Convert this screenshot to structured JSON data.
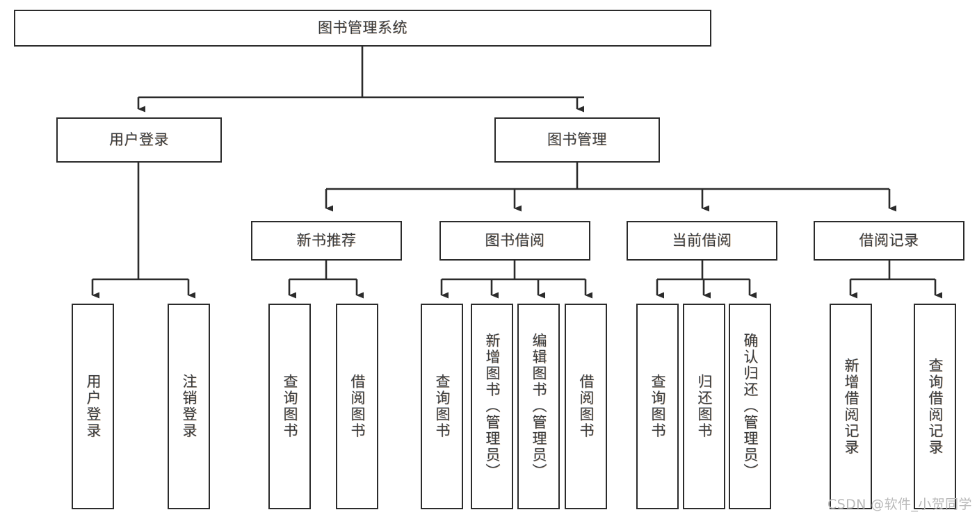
{
  "diagram": {
    "type": "hierarchical-tree",
    "title": "图书管理系统",
    "watermark": "CSDN @软件_小贺同学",
    "colors": {
      "box_border": "#2b2b2b",
      "connector": "#2b2b2b",
      "text": "#3b3b3b",
      "background": "#ffffff",
      "watermark": "#b9b9b9"
    },
    "levels": {
      "root": {
        "label": "图书管理系统"
      },
      "level2": [
        {
          "label": "用户登录"
        },
        {
          "label": "图书管理"
        }
      ],
      "level3": [
        {
          "label": "新书推荐"
        },
        {
          "label": "图书借阅"
        },
        {
          "label": "当前借阅"
        },
        {
          "label": "借阅记录"
        }
      ],
      "leaves": {
        "user_login": [
          {
            "label": "用户登录"
          },
          {
            "label": "注销登录"
          }
        ],
        "new_book_recommend": [
          {
            "label": "查询图书"
          },
          {
            "label": "借阅图书"
          }
        ],
        "book_borrow": [
          {
            "label": "查询图书"
          },
          {
            "label": "新增图书（管理员）"
          },
          {
            "label": "编辑图书（管理员）"
          },
          {
            "label": "借阅图书"
          }
        ],
        "current_borrow": [
          {
            "label": "查询图书"
          },
          {
            "label": "归还图书"
          },
          {
            "label": "确认归还（管理员）"
          }
        ],
        "borrow_record": [
          {
            "label": "新增借阅记录"
          },
          {
            "label": "查询借阅记录"
          }
        ]
      }
    }
  }
}
